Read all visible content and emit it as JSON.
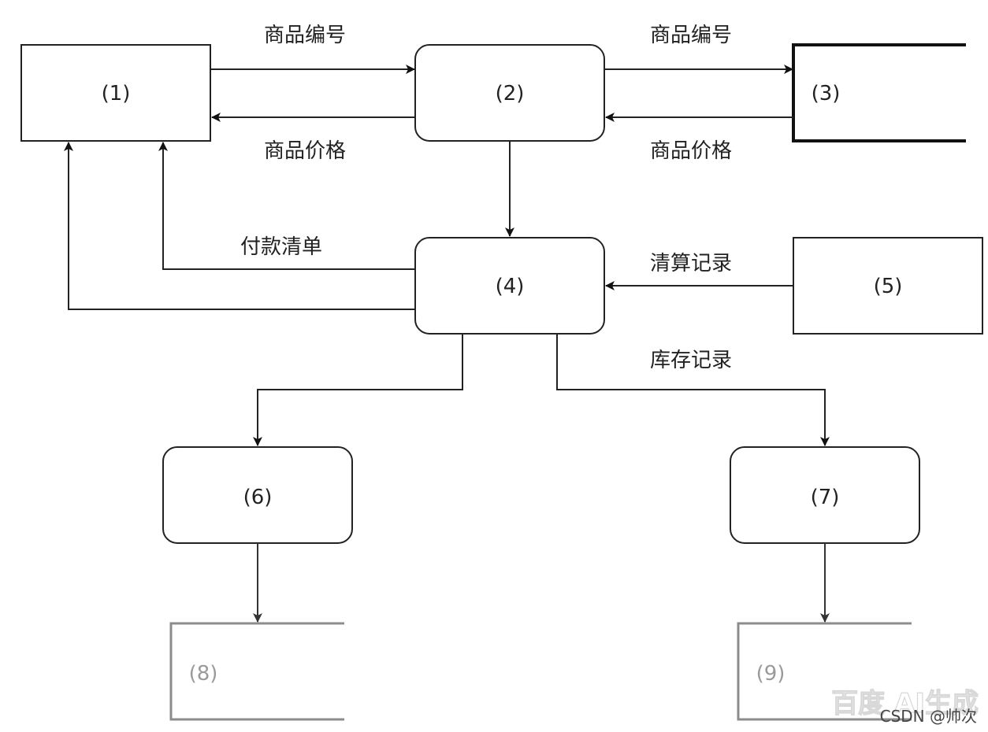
{
  "nodes": {
    "n1": "(1)",
    "n2": "(2)",
    "n3": "(3)",
    "n4": "(4)",
    "n5": "(5)",
    "n6": "(6)",
    "n7": "(7)",
    "n8": "(8)",
    "n9": "(9)"
  },
  "flows": {
    "f1_2": "商品编号",
    "f2_1": "商品价格",
    "f2_3": "商品编号",
    "f3_2": "商品价格",
    "f4_1": "付款清单",
    "f5_4": "清算记录",
    "f4_7": "库存记录"
  },
  "watermark": {
    "ghost": "百度 AI生成",
    "credit": "CSDN @帅次"
  }
}
